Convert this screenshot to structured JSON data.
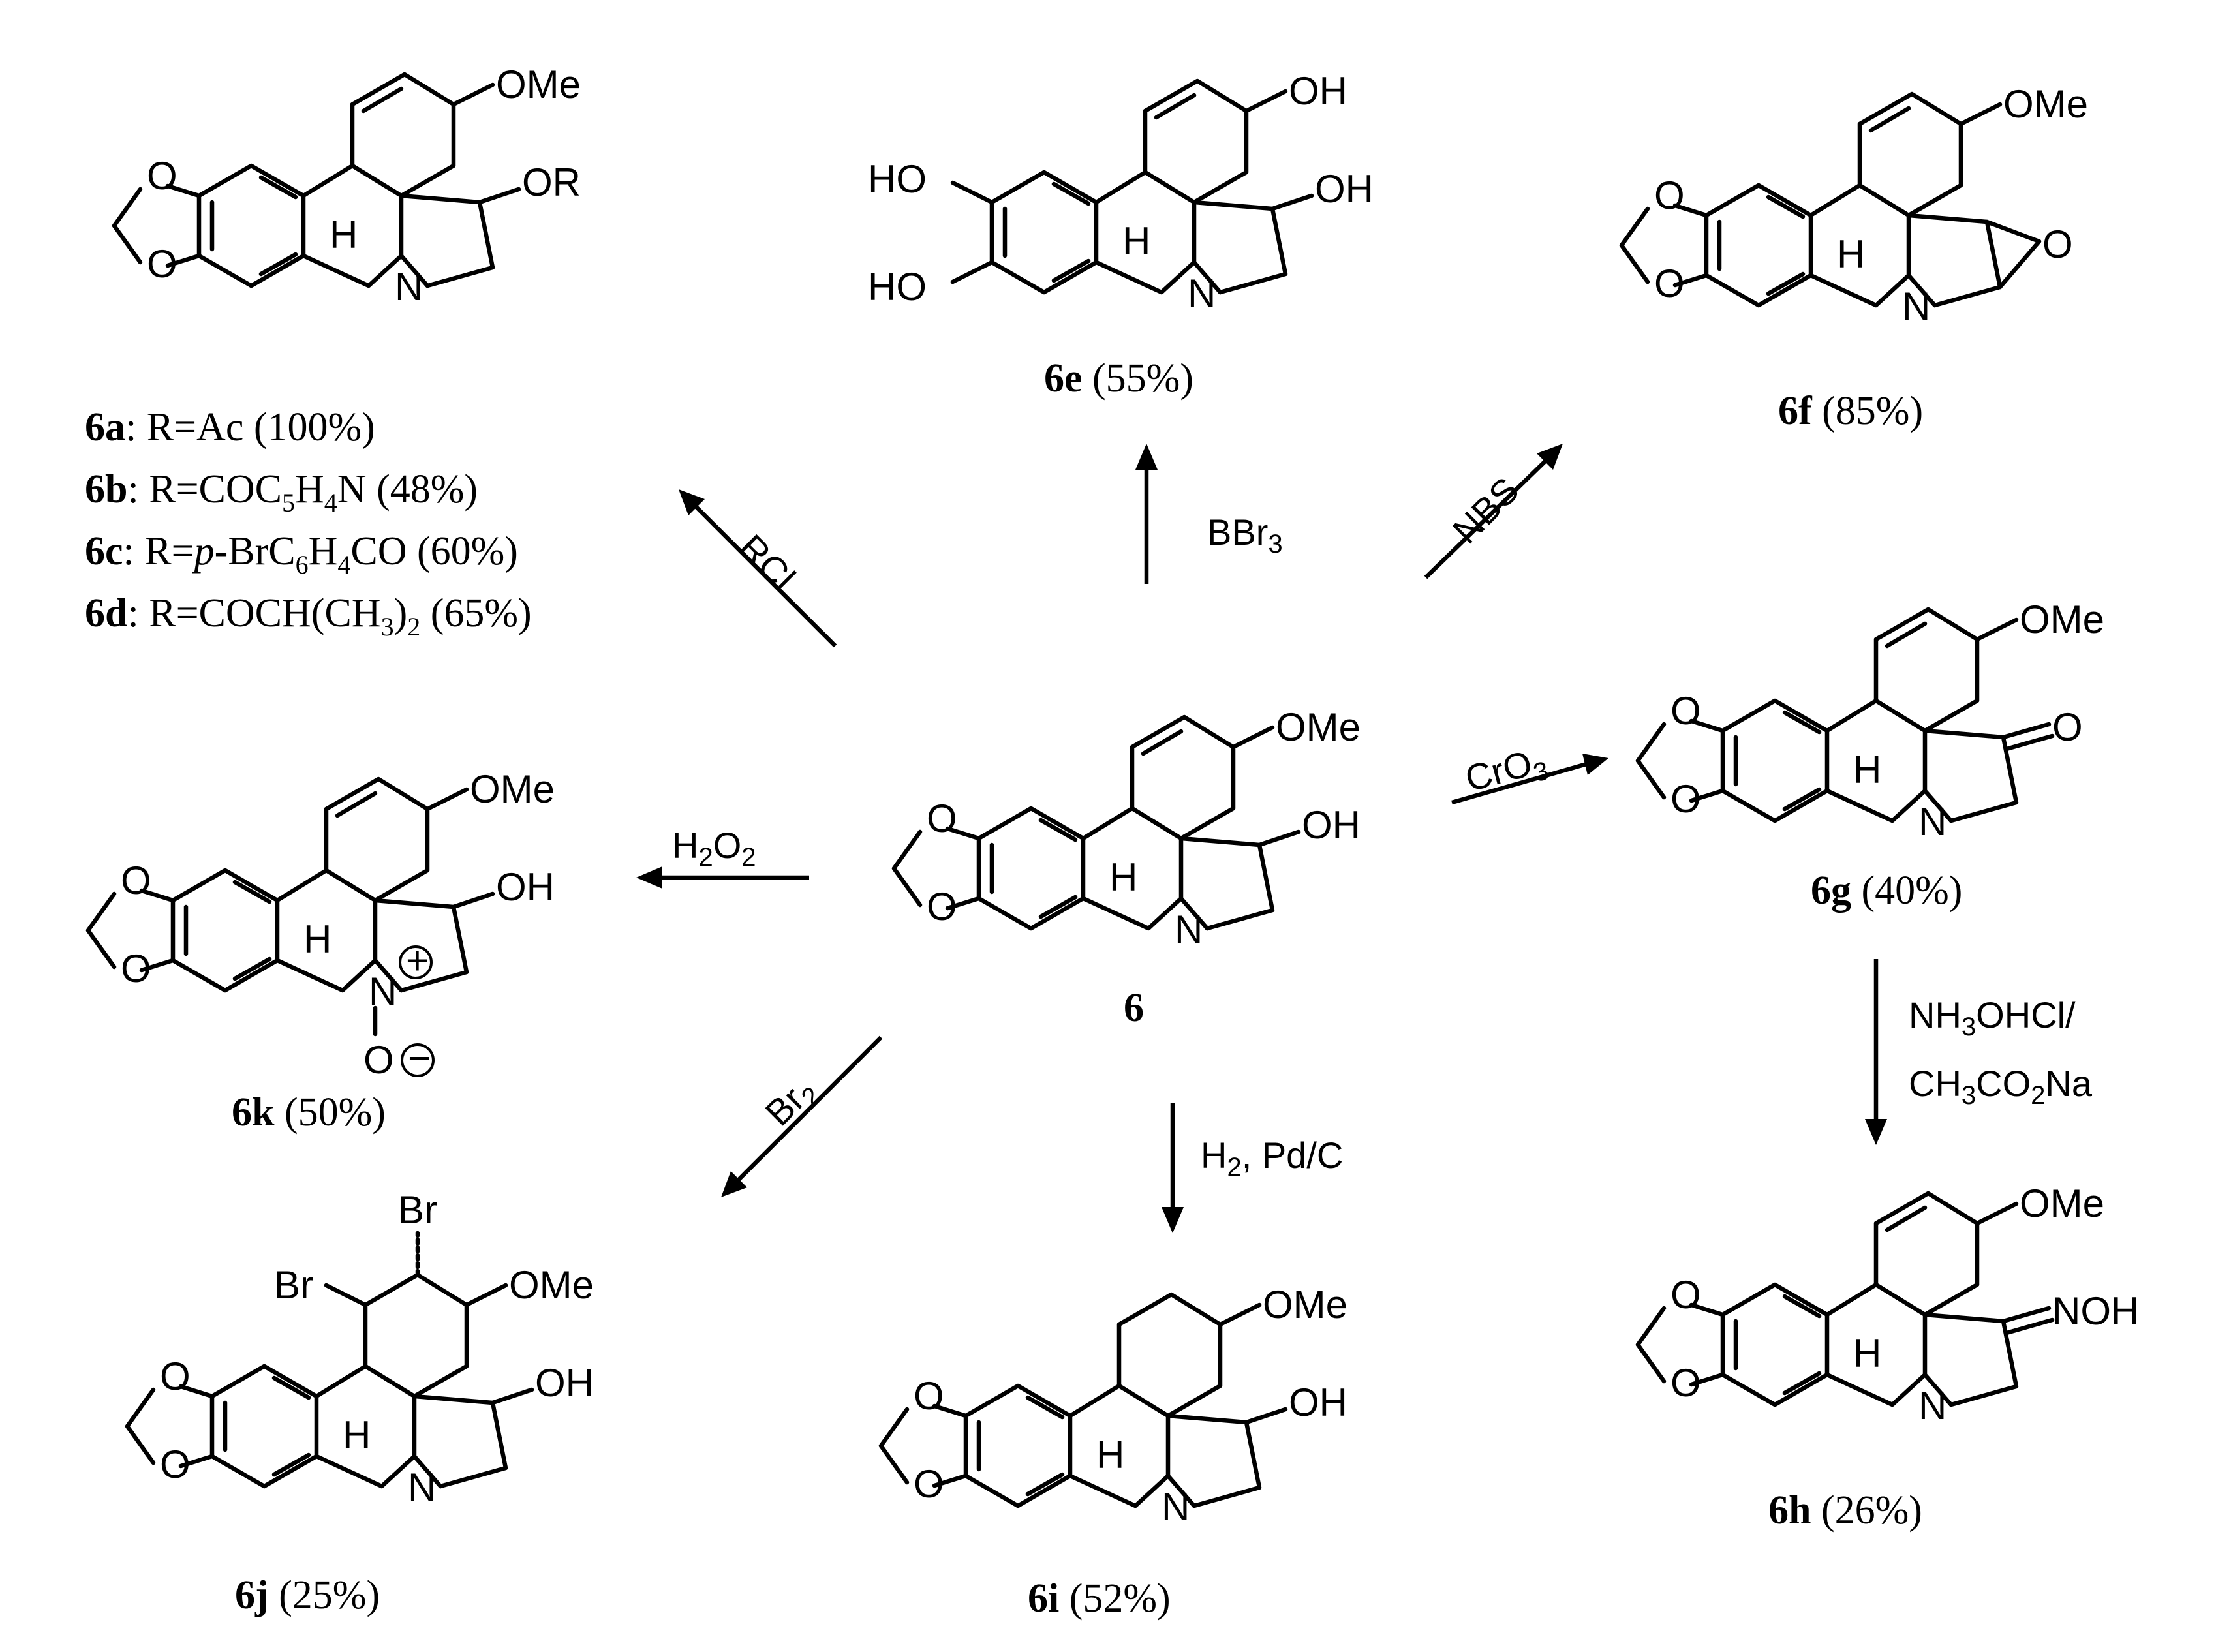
{
  "compounds": {
    "c6": {
      "label": "6",
      "substituent": "OH",
      "ome": "OMe",
      "ome2": ""
    },
    "c6a": {
      "ome": "OMe",
      "substituent": "OR"
    },
    "c6e": {
      "label": "6e",
      "yield": " (55%)",
      "oh_top": "OH",
      "oh_right": "OH",
      "ho_left1": "HO",
      "ho_left2": "HO"
    },
    "c6f": {
      "label": "6f",
      "yield": " (85%)",
      "ome": "OMe",
      "epoxide_o": "O"
    },
    "c6g": {
      "label": "6g",
      "yield": " (40%)",
      "ome": "OMe",
      "ketone_o": "O"
    },
    "c6h": {
      "label": "6h",
      "yield": " (26%)",
      "ome": "OMe",
      "oxime": "NOH"
    },
    "c6i": {
      "label": "6i",
      "yield": " (52%)",
      "ome": "OMe",
      "oh": "OH"
    },
    "c6j": {
      "label": "6j",
      "yield": " (25%)",
      "ome": "OMe",
      "oh": "OH",
      "br1": "Br",
      "br2": "Br"
    },
    "c6k": {
      "label": "6k",
      "yield": " (50%)",
      "ome": "OMe",
      "oh": "OH",
      "o_minus": "O",
      "plus": "+",
      "minus": "−"
    }
  },
  "series_6a_6d": [
    {
      "id": "6a",
      "text": ": R=Ac (100%)"
    },
    {
      "id": "6b",
      "text_pre": ": R=COC",
      "s1": "5",
      "mid": "H",
      "s2": "4",
      "post": "N (48%)"
    },
    {
      "id": "6c",
      "text_pre": ": R=",
      "italic": "p",
      "mid": "-BrC",
      "s1": "6",
      "mid2": "H",
      "s2": "4",
      "post": "CO (60%)"
    },
    {
      "id": "6d",
      "text_pre": ": R=COCH(CH",
      "s1": "3",
      "mid": ")",
      "s2": "2",
      "post": " (65%)"
    }
  ],
  "atoms": {
    "O": "O",
    "N": "N",
    "H": "H"
  },
  "reagents": {
    "rcl": "RCl",
    "bbr3_pre": "BBr",
    "bbr3_sub": "3",
    "nbs": "NBS",
    "cro3_pre": "CrO",
    "cro3_sub": "3",
    "h2o2_a": "H",
    "h2o2_s1": "2",
    "h2o2_b": "O",
    "h2o2_s2": "2",
    "br2_pre": "Br",
    "br2_sub": "2",
    "h2pdc_a": "H",
    "h2pdc_s": "2",
    "h2pdc_b": ", Pd/C",
    "nh3ohcl_a": "NH",
    "nh3ohcl_s": "3",
    "nh3ohcl_b": "OHCl/",
    "acona_a": "CH",
    "acona_s1": "3",
    "acona_b": "CO",
    "acona_s2": "2",
    "acona_c": "Na"
  }
}
